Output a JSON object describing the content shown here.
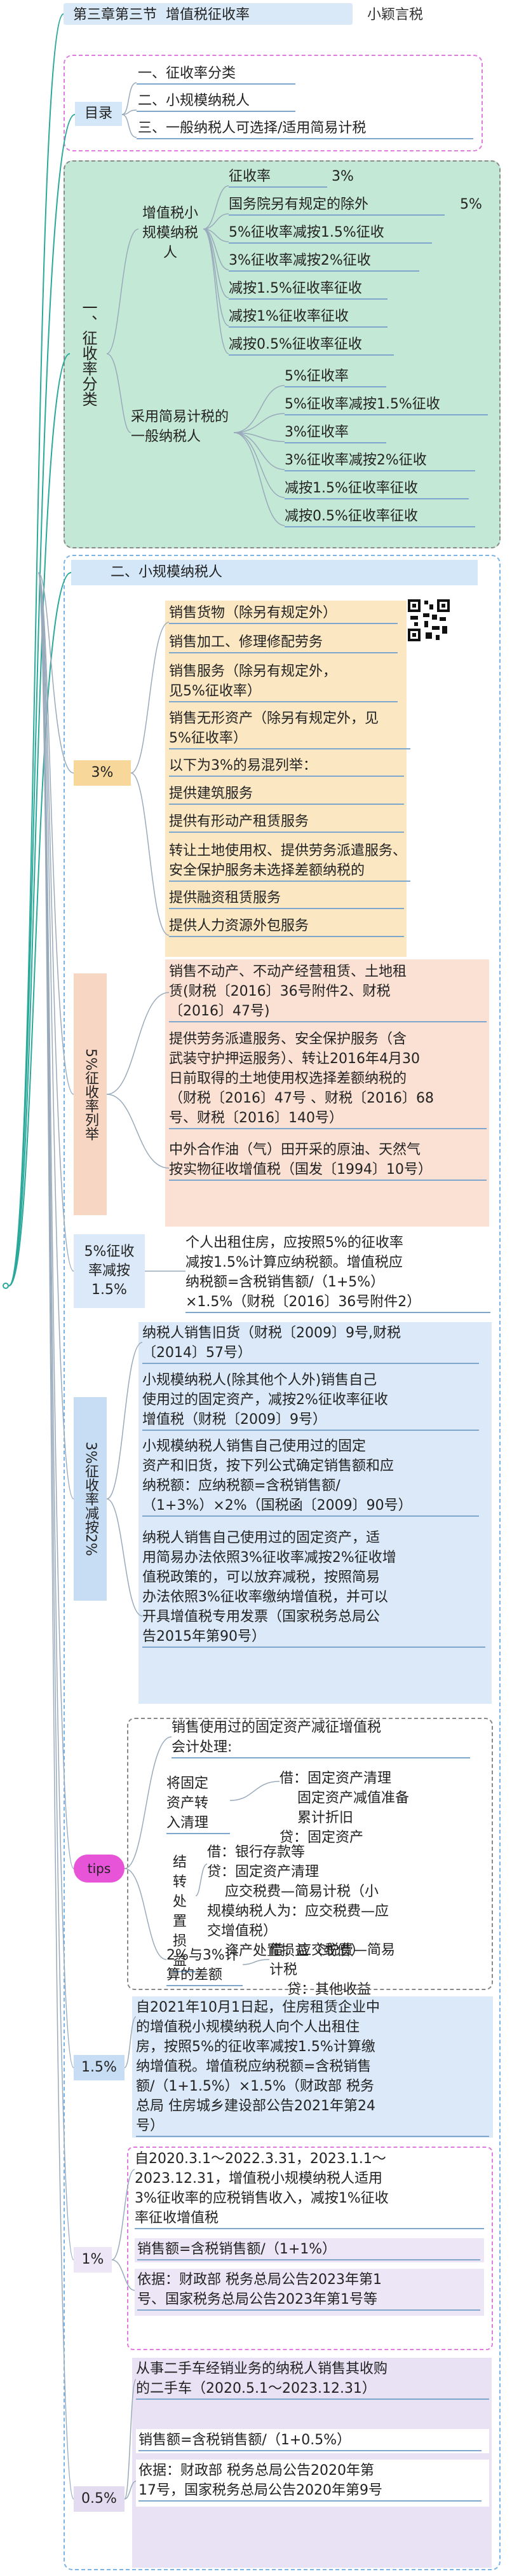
{
  "header": {
    "title": "第三章第三节  增值税征收率",
    "author": "小颖言税"
  },
  "toc": {
    "label": "目录",
    "items": [
      "一、征收率分类",
      "二、小规模纳税人",
      "三、一般纳税人可选择/适用简易计税"
    ]
  },
  "section1": {
    "label": "一、征收率分类",
    "small": {
      "label": "增值税小规模纳税人",
      "rate_label": "征收率",
      "rate_value": "3%",
      "other_label": "国务院另有规定的除外",
      "other_value": "5%",
      "items": [
        "5%征收率减按1.5%征收",
        "3%征收率减按2%征收",
        "减按1.5%征收率征收",
        "减按1%征收率征收",
        "减按0.5%征收率征收"
      ]
    },
    "general": {
      "label": "采用简易计税的一般纳税人",
      "items": [
        "5%征收率",
        "5%征收率减按1.5%征收",
        "3%征收率",
        "3%征收率减按2%征收",
        "减按1.5%征收率征收",
        "减按0.5%征收率征收"
      ]
    }
  },
  "section2": {
    "label": "二、小规模纳税人",
    "qr_label": "QR",
    "g3": {
      "label": "3%",
      "items": [
        "销售货物（除另有规定外）",
        "销售加工、修理修配劳务",
        "销售服务（除另有规定外，\n见5%征收率）",
        "销售无形资产（除另有规定外，见\n5%征收率）",
        "以下为3%的易混列举：",
        "提供建筑服务",
        "提供有形动产租赁服务",
        "转让土地使用权、提供劳务派遣服务、\n安全保护服务未选择差额纳税的",
        "提供融资租赁服务",
        "提供人力资源外包服务"
      ]
    },
    "g5": {
      "label": "5%征收率列举",
      "items": [
        "销售不动产、不动产经营租赁、土地租\n赁(财税〔2016〕36号附件2、财税\n〔2016〕47号)",
        "提供劳务派遣服务、安全保护服务（含\n武装守护押运服务）、转让2016年4月30\n日前取得的土地使用权选择差额纳税的\n（财税〔2016〕47号 、财税〔2016〕68\n号、财税〔2016〕140号）",
        "中外合作油（气）田开采的原油、天然气\n按实物征收增值税（国发〔1994〕10号）"
      ]
    },
    "g15": {
      "label": "5%征收率减按1.5%",
      "items": [
        "个人出租住房，应按照5%的征收率\n减按1.5%计算应纳税额。增值税应\n纳税额=含税销售额/（1+5%）\n×1.5%（财税〔2016〕36号附件2）"
      ]
    },
    "g2": {
      "label": "3%征收率减按2%",
      "items": [
        "纳税人销售旧货（财税〔2009〕9号,财税\n〔2014〕57号）",
        "小规模纳税人(除其他个人外)销售自己\n使用过的固定资产，减按2%征收率征收\n增值税（财税〔2009〕9号）",
        "小规模纳税人销售自己使用过的固定\n资产和旧货，按下列公式确定销售额和应\n纳税额：应纳税额=含税销售额/\n（1+3%）×2%（国税函〔2009〕90号）",
        "纳税人销售自己使用过的固定资产，适\n用简易办法依照3%征收率减按2%征收增\n值税政策的，可以放弃减税，按照简易\n办法依照3%征收率缴纳增值税，并可以\n开具增值税专用发票（国家税务总局公\n告2015年第90号）"
      ]
    },
    "tips": {
      "label": "tips",
      "intro": "销售使用过的固定资产减征增值税\n会计处理:",
      "a_label": "将固定\n资产转\n入清理",
      "a_body": "借：固定资产清理\n    固定资产减值准备\n    累计折旧\n贷：固定资产",
      "b_label": "结\n转\n处\n置\n损\n益",
      "b_top": "借：银行存款等\n贷：固定资产清理\n    应交税费—简易计税（小\n规模纳税人为：应交税费—应\n交增值税）\n    资产处置损益（或借）",
      "c_label": "2%与3%计\n算的差额",
      "c_body": "借：应交税费—简易\n计税\n    贷：其他收益"
    },
    "g1_5": {
      "label": "1.5%",
      "items": [
        "自2021年10月1日起，住房租赁企业中\n的增值税小规模纳税人向个人出租住\n房，按照5%的征收率减按1.5%计算缴\n纳增值税。增值税应纳税额=含税销售\n额/（1+1.5%）×1.5%（财政部 税务\n总局 住房城乡建设部公告2021年第24\n号）"
      ]
    },
    "g1": {
      "label": "1%",
      "items": [
        "自2020.3.1～2022.3.31，2023.1.1～\n2023.12.31，增值税小规模纳税人适用\n3%征收率的应税销售收入，减按1%征收\n率征收增值税",
        "销售额=含税销售额/（1+1%）",
        "依据：财政部 税务总局公告2023年第1\n号、国家税务总局公告2023年第1号等"
      ]
    },
    "g05": {
      "label": "0.5%",
      "items": [
        "从事二手车经销业务的纳税人销售其收购\n的二手车（2020.5.1～2023.12.31）",
        "销售额=含税销售额/（1+0.5%）",
        "依据：财政部 税务总局公告2020年第\n17号，国家税务总局公告2020年第9号"
      ]
    }
  },
  "colors": {
    "toc_fill": "#d3e7f8",
    "toc_dash": "#e07be0",
    "s1_fill": "#c4e8d6",
    "s1_dash": "#8a8a8a",
    "s2_dash": "#7ab3e6",
    "s2_head": "#d3e7f8",
    "yellow": "#f7d89a",
    "orange": "#f8d6c4",
    "lavender": "#e3dcf1",
    "purple_item": "#ece6f6",
    "blue_item": "#dbe9f8",
    "tips": "#e754d7"
  }
}
